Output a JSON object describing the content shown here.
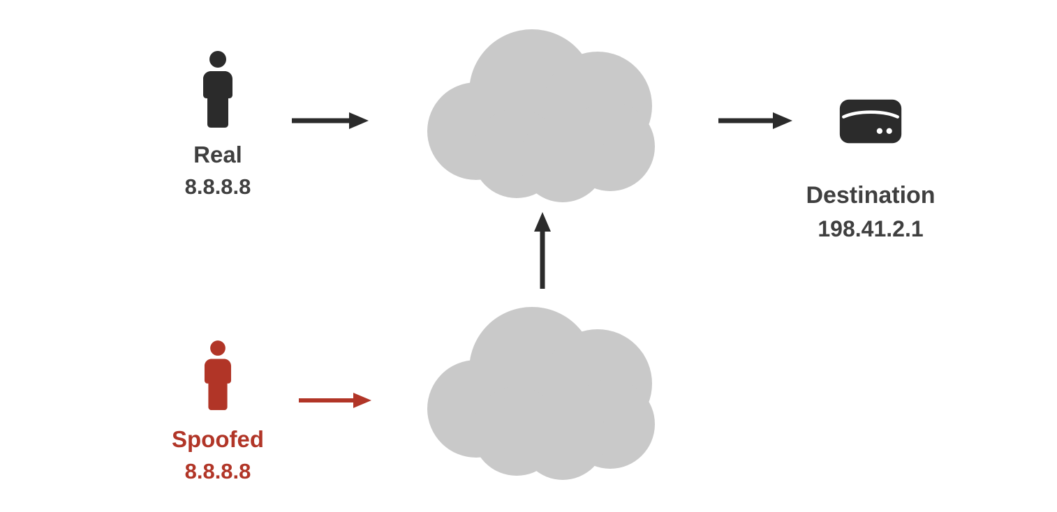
{
  "nodes": {
    "real": {
      "label": "Real",
      "ip": "8.8.8.8",
      "icon": "person-icon"
    },
    "spoofed": {
      "label": "Spoofed",
      "ip": "8.8.8.8",
      "icon": "person-icon"
    },
    "destination": {
      "label": "Destination",
      "ip": "198.41.2.1",
      "icon": "server-icon"
    },
    "network_top": {
      "icon": "cloud-icon"
    },
    "network_bottom": {
      "icon": "cloud-icon"
    }
  },
  "edges": [
    {
      "from": "real",
      "to": "network_top",
      "icon": "arrow-right-icon",
      "color": "#2b2b2b"
    },
    {
      "from": "network_top",
      "to": "destination",
      "icon": "arrow-right-icon",
      "color": "#2b2b2b"
    },
    {
      "from": "spoofed",
      "to": "network_bottom",
      "icon": "arrow-right-icon",
      "color": "#b13527"
    },
    {
      "from": "network_bottom",
      "to": "network_top",
      "icon": "arrow-up-icon",
      "color": "#2b2b2b"
    }
  ],
  "colors": {
    "ink": "#2b2b2b",
    "text_dark": "#3f3f3f",
    "accent_red": "#b13527",
    "cloud_gray": "#c9c9c9",
    "background": "#ffffff"
  }
}
